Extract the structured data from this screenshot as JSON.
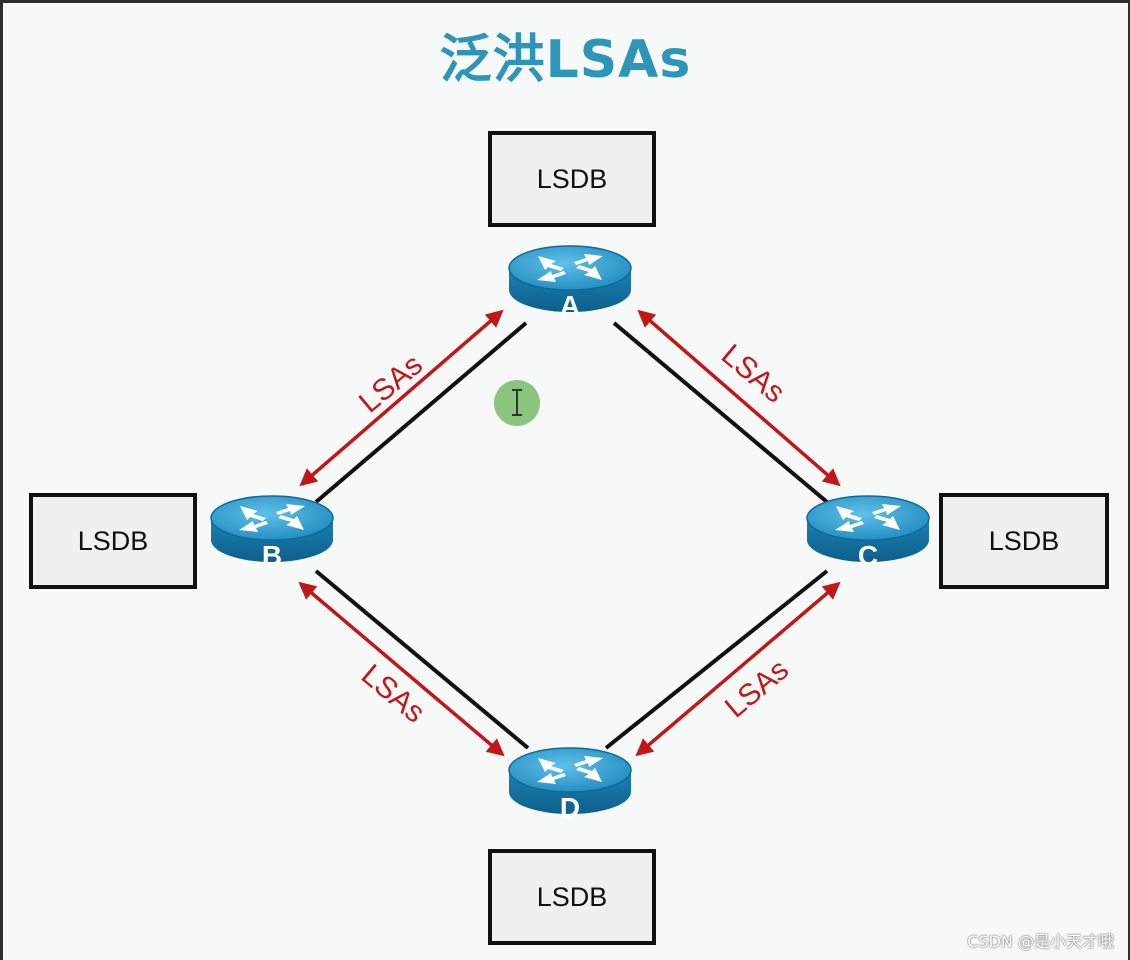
{
  "title": "泛洪LSAs",
  "database_label": "LSDB",
  "routers": {
    "a": "A",
    "b": "B",
    "c": "C",
    "d": "D"
  },
  "links": {
    "ab": "LSAs",
    "ac": "LSAs",
    "bd": "LSAs",
    "cd": "LSAs"
  },
  "watermark": "CSDN @是小天才哦",
  "colors": {
    "title": "#2d95b8",
    "arrow": "#c01818",
    "router": "#1e86b6"
  },
  "icons": {
    "router": "router-icon",
    "cursor": "text-cursor-icon"
  }
}
